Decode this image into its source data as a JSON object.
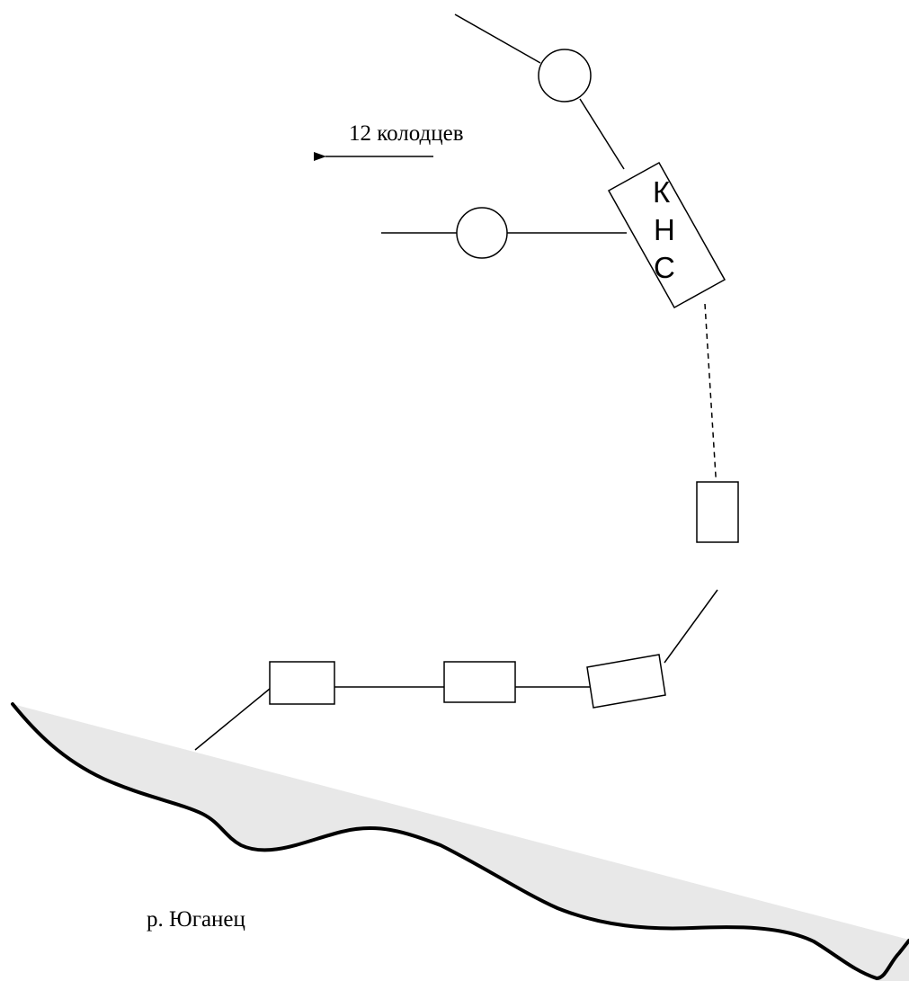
{
  "diagram": {
    "annotation_wells": "12 колодцев",
    "pump_station": {
      "letters": [
        "К",
        "Н",
        "С"
      ]
    },
    "river_label": "р. Юганец",
    "colors": {
      "line": "#000000",
      "river_fill": "#e8e8e8",
      "background": "#ffffff"
    }
  }
}
